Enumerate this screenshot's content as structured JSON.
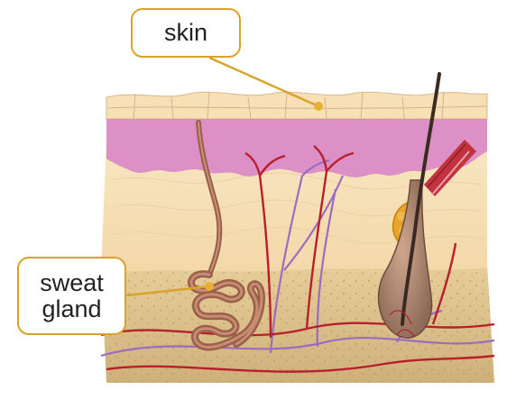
{
  "labels": {
    "skin": "skin",
    "sweat_gland_line1": "sweat",
    "sweat_gland_line2": "gland"
  },
  "colors": {
    "callout_border": "#d9a32a",
    "pointer_dot": "#e6b030",
    "epidermis": "#d98bc0",
    "dermis": "#f6dfb5",
    "subcutaneous": "#d9bd86",
    "gland": "#9a6048",
    "artery": "#b81f2c",
    "vein": "#9d6bc0",
    "hair": "#3a2a22"
  }
}
